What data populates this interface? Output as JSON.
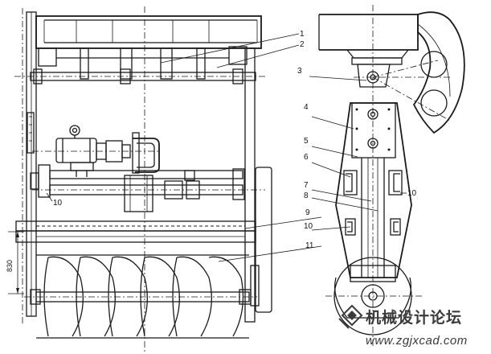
{
  "callouts": {
    "c1": "1",
    "c2": "2",
    "c3": "3",
    "c4": "4",
    "c5": "5",
    "c6": "6",
    "c7": "7",
    "c8": "8",
    "c9": "9",
    "c10a": "10",
    "c10b": "10",
    "c10c": "10",
    "c11": "11"
  },
  "dimension": {
    "value": "830"
  },
  "watermark": {
    "title": "机械设计论坛",
    "url": "www.zgjxcad.com",
    "logo_icon": "diamond-logo-icon"
  }
}
